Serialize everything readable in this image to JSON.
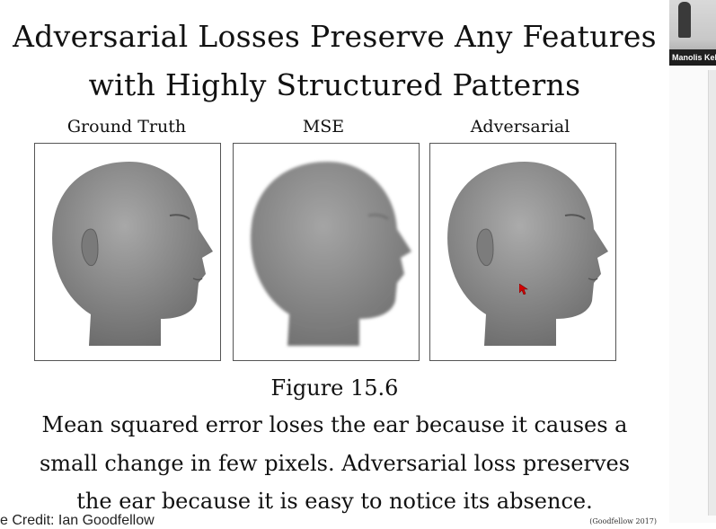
{
  "slide": {
    "title_line1": "Adversarial Losses Preserve Any Features",
    "title_line2": "with Highly Structured Patterns",
    "panels": [
      {
        "label": "Ground Truth"
      },
      {
        "label": "MSE"
      },
      {
        "label": "Adversarial"
      }
    ],
    "figure_label": "Figure 15.6",
    "caption_line1": "Mean squared error loses the ear because it causes a",
    "caption_line2": "small change in few pixels. Adversarial loss preserves",
    "caption_line3": "the ear because it is easy to notice its absence.",
    "credit": "e Credit: Ian Goodfellow",
    "citation": "(Goodfellow 2017)"
  },
  "video": {
    "participant_name": "Manolis Kel"
  },
  "colors": {
    "head_gray": "#8f8f8f",
    "cursor_red": "#d40000"
  }
}
